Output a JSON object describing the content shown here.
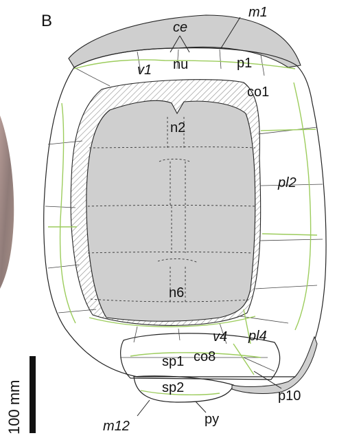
{
  "panel_letter": "B",
  "labels": {
    "m1": "m1",
    "ce": "ce",
    "nu": "nu",
    "p1": "p1",
    "v1": "v1",
    "co1": "co1",
    "n2": "n2",
    "pl2": "pl2",
    "n6": "n6",
    "v4": "v4",
    "pl4": "pl4",
    "co8": "co8",
    "sp1": "sp1",
    "sp2": "sp2",
    "p10": "p10",
    "m12": "m12",
    "py": "py"
  },
  "scale_bar": {
    "label": "100 mm"
  },
  "colors": {
    "outline": "#222222",
    "sulcus_green": "#9ccc5c",
    "gray_fill": "#cfcfcf",
    "hatch": "#888888",
    "rock": "#a08a86"
  }
}
